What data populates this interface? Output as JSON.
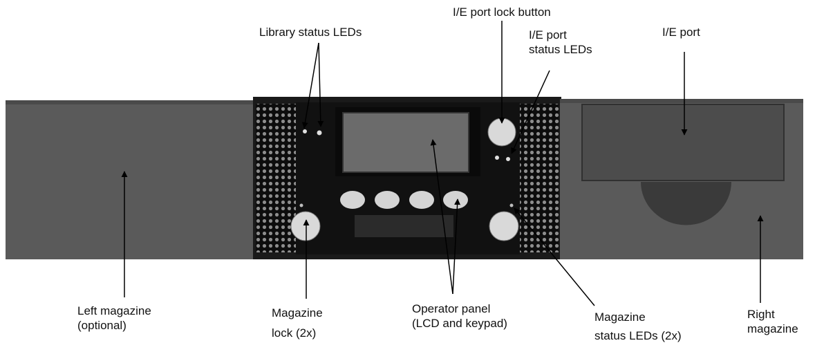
{
  "labels": {
    "library_status_leds": "Library status LEDs",
    "ie_port_lock_button": "I/E port lock button",
    "ie_port_status_leds": [
      "I/E port",
      "status LEDs"
    ],
    "ie_port": "I/E port",
    "left_magazine": [
      "Left magazine",
      "(optional)"
    ],
    "magazine_lock": [
      "Magazine",
      "lock (2x)"
    ],
    "operator_panel": [
      "Operator panel",
      "(LCD and keypad)"
    ],
    "magazine_status_leds": [
      "Magazine",
      "status LEDs (2x)"
    ],
    "right_magazine": [
      "Right",
      "magazine"
    ]
  },
  "colors": {
    "chassis": "#5a5a5a",
    "chassis_edge": "#3e3e3e",
    "center_bezel": "#1a1a1a",
    "lcd": "#6b6b6b",
    "keypad_button": "#d4d4d4",
    "ie_door": "#4c4c4c",
    "arrow": "#000000"
  },
  "icons": {
    "vent": "perforated-grille",
    "button": "round-button",
    "led": "led-dot"
  }
}
